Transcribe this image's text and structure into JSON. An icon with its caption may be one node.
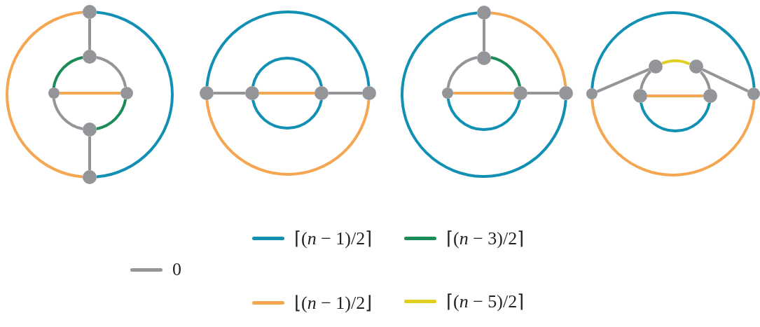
{
  "diagram": {
    "nodes": [
      {
        "text": [],
        "shape": "circle"
      },
      {
        "text": [],
        "shape": "circle"
      },
      {
        "text": [],
        "shape": "circle"
      },
      {
        "text": [],
        "shape": "circle"
      },
      {
        "text": [],
        "shape": "circle"
      },
      {
        "text": [],
        "shape": "circle"
      },
      {
        "text": [],
        "shape": "circle"
      },
      {
        "text": [],
        "shape": "circle"
      },
      {
        "text": [],
        "shape": "circle"
      },
      {
        "text": [],
        "shape": "circle"
      },
      {
        "text": [],
        "shape": "circle"
      },
      {
        "text": [],
        "shape": "circle"
      },
      {
        "text": [],
        "shape": "circle"
      },
      {
        "text": [],
        "shape": "circle"
      },
      {
        "text": [],
        "shape": "circle"
      },
      {
        "text": [],
        "shape": "circle"
      },
      {
        "text": [],
        "shape": "circle"
      },
      {
        "text": [],
        "shape": "circle"
      },
      {
        "text": [],
        "shape": "circle"
      },
      {
        "text": [],
        "shape": "circle"
      },
      {
        "text": [],
        "shape": "circle"
      }
    ],
    "edges": [
      {
        "from": 0,
        "to": 1,
        "arrow": "none",
        "color": "#939598"
      },
      {
        "from": 2,
        "to": 3,
        "arrow": "none",
        "color": "#f5a651"
      },
      {
        "from": 1,
        "to": 2,
        "arrow": "none",
        "color": "#1a8c57"
      },
      {
        "from": 1,
        "to": 3,
        "arrow": "none",
        "color": "#939598"
      },
      {
        "from": 2,
        "to": 4,
        "arrow": "none",
        "color": "#939598"
      },
      {
        "from": 3,
        "to": 4,
        "arrow": "none",
        "color": "#1a8c57"
      },
      {
        "from": 4,
        "to": 5,
        "arrow": "none",
        "color": "#939598"
      },
      {
        "from": 0,
        "to": 5,
        "arrow": "none",
        "color": "#f5a651"
      },
      {
        "from": 0,
        "to": 5,
        "arrow": "none",
        "color": "#1190b4"
      },
      {
        "from": 6,
        "to": 7,
        "arrow": "none",
        "color": "#939598"
      },
      {
        "from": 7,
        "to": 8,
        "arrow": "none",
        "color": "#f5a651"
      },
      {
        "from": 8,
        "to": 9,
        "arrow": "none",
        "color": "#939598"
      },
      {
        "from": 7,
        "to": 8,
        "arrow": "none",
        "color": "#1190b4"
      },
      {
        "from": 7,
        "to": 8,
        "arrow": "none",
        "color": "#1190b4"
      },
      {
        "from": 6,
        "to": 9,
        "arrow": "none",
        "color": "#1190b4"
      },
      {
        "from": 6,
        "to": 9,
        "arrow": "none",
        "color": "#f5a651"
      },
      {
        "from": 10,
        "to": 11,
        "arrow": "none",
        "color": "#939598"
      },
      {
        "from": 11,
        "to": 12,
        "arrow": "none",
        "color": "#939598"
      },
      {
        "from": 11,
        "to": 13,
        "arrow": "none",
        "color": "#1a8c57"
      },
      {
        "from": 12,
        "to": 13,
        "arrow": "none",
        "color": "#f5a651"
      },
      {
        "from": 12,
        "to": 13,
        "arrow": "none",
        "color": "#1190b4"
      },
      {
        "from": 13,
        "to": 14,
        "arrow": "none",
        "color": "#939598"
      },
      {
        "from": 10,
        "to": 14,
        "arrow": "none",
        "color": "#1190b4"
      },
      {
        "from": 10,
        "to": 14,
        "arrow": "none",
        "color": "#f5a651"
      },
      {
        "from": 15,
        "to": 16,
        "arrow": "none",
        "color": "#939598"
      },
      {
        "from": 16,
        "to": 17,
        "arrow": "none",
        "color": "#e0cf1e"
      },
      {
        "from": 16,
        "to": 18,
        "arrow": "none",
        "color": "#939598"
      },
      {
        "from": 17,
        "to": 19,
        "arrow": "none",
        "color": "#939598"
      },
      {
        "from": 18,
        "to": 19,
        "arrow": "none",
        "color": "#f5a651"
      },
      {
        "from": 18,
        "to": 19,
        "arrow": "none",
        "color": "#1190b4"
      },
      {
        "from": 17,
        "to": 20,
        "arrow": "none",
        "color": "#939598"
      },
      {
        "from": 15,
        "to": 20,
        "arrow": "none",
        "color": "#1190b4"
      },
      {
        "from": 15,
        "to": 20,
        "arrow": "none",
        "color": "#f5a651"
      }
    ],
    "legend": [
      {
        "text": "0",
        "color": "#939598"
      },
      {
        "text": "⌈(*n* − 1)/2⌉",
        "color": "#1190b4"
      },
      {
        "text": "⌊(*n* − 1)/2⌋",
        "color": "#f5a651"
      },
      {
        "text": "⌈(*n* − 3)/2⌉",
        "color": "#1a8c57"
      },
      {
        "text": "⌈(*n* − 5)/2⌉",
        "color": "#e0cf1e"
      }
    ]
  }
}
